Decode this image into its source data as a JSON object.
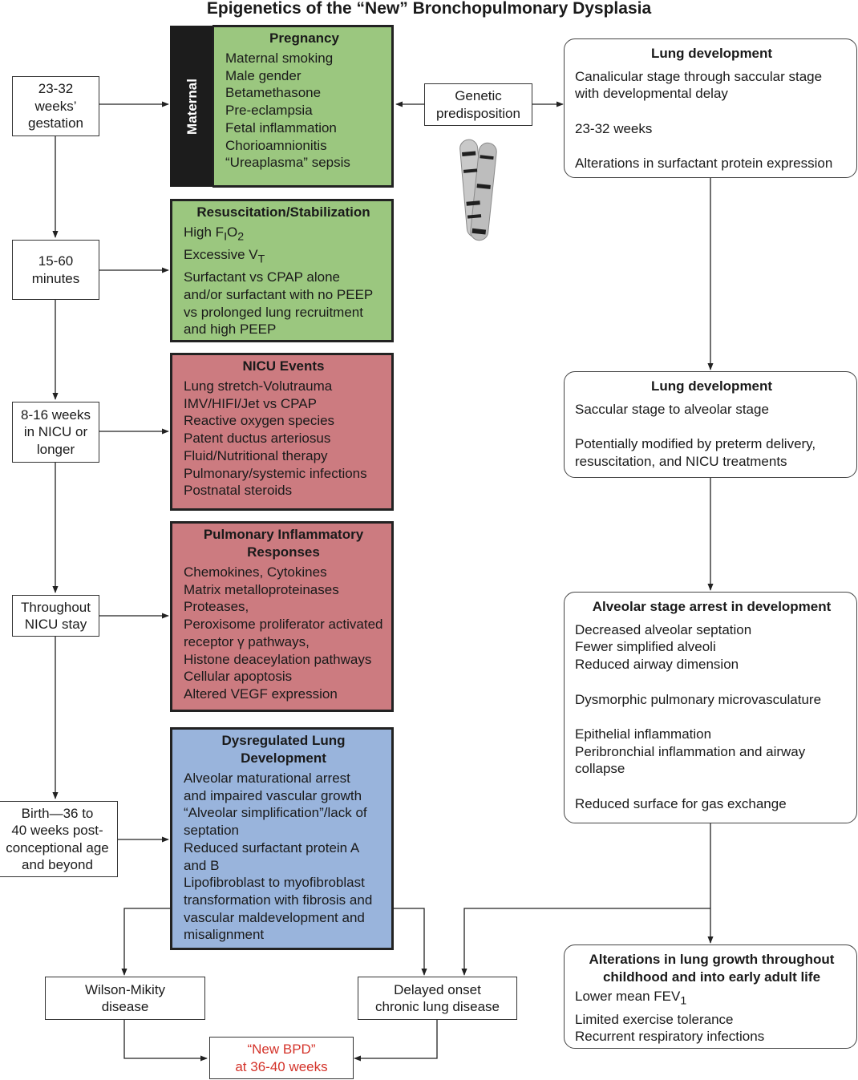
{
  "title": "Epigenetics of the “New” Bronchopulmonary Dysplasia",
  "timeline": [
    "23-32\nweeks’\ngestation",
    "15-60\nminutes",
    "8-16 weeks\nin NICU or\nlonger",
    "Throughout\nNICU stay",
    "Birth—36 to\n40 weeks post-\nconceptional age\nand beyond"
  ],
  "maternal_label": "Maternal",
  "genetic_label": "Genetic\npredisposition",
  "genetic_icon": "chromosome-icon",
  "pregnancy": {
    "heading": "Pregnancy",
    "items": [
      "Maternal smoking",
      "Male gender",
      "Betamethasone",
      "Pre-eclampsia",
      "Fetal inflammation",
      "Chorioamnionitis",
      "“Ureaplasma” sepsis"
    ]
  },
  "resuscitation": {
    "heading": "Resuscitation/Stabilization",
    "fio2": {
      "base": "High F",
      "sub1": "I",
      "mid": "O",
      "sub2": "2"
    },
    "vt": {
      "base": "Excessive V",
      "sub": "T"
    },
    "items": [
      "Surfactant vs CPAP alone",
      "and/or surfactant with no PEEP",
      "vs prolonged lung recruitment",
      "and high PEEP"
    ]
  },
  "nicu": {
    "heading": "NICU Events",
    "items": [
      "Lung stretch-Volutrauma",
      "IMV/HIFI/Jet vs CPAP",
      "Reactive oxygen species",
      "Patent ductus arteriosus",
      "Fluid/Nutritional therapy",
      "Pulmonary/systemic infections",
      "Postnatal steroids"
    ]
  },
  "inflammatory": {
    "heading": "Pulmonary Inflammatory\nResponses",
    "items": [
      "Chemokines, Cytokines",
      "Matrix metalloproteinases",
      "Proteases,",
      "Peroxisome proliferator activated",
      "receptor γ pathways,",
      "Histone deaceylation pathways",
      "Cellular apoptosis",
      "Altered VEGF expression"
    ]
  },
  "dysregulated": {
    "heading": "Dysregulated Lung\nDevelopment",
    "items": [
      "Alveolar maturational arrest",
      "and impaired vascular growth",
      "“Alveolar simplification”/lack of",
      "septation",
      "Reduced surfactant protein A",
      "and B",
      "Lipofibroblast to myofibroblast",
      "transformation with fibrosis and",
      "vascular maldevelopment and",
      "misalignment"
    ]
  },
  "lung_dev_1": {
    "heading": "Lung development",
    "items": [
      "Canalicular stage through saccular stage",
      "with developmental delay",
      "",
      "23-32 weeks",
      "",
      "Alterations in surfactant protein expression"
    ]
  },
  "lung_dev_2": {
    "heading": "Lung development",
    "items": [
      "Saccular stage to alveolar stage",
      "",
      "Potentially modified by preterm delivery,",
      "resuscitation, and NICU treatments"
    ]
  },
  "alveolar_arrest": {
    "heading": "Alveolar stage arrest in development",
    "items": [
      "Decreased alveolar septation",
      "Fewer simplified alveoli",
      "Reduced airway dimension",
      "",
      "Dysmorphic pulmonary microvasculature",
      "",
      "Epithelial inflammation",
      "Peribronchial inflammation and airway",
      "collapse",
      "",
      "Reduced surface for gas exchange"
    ]
  },
  "alterations": {
    "heading": "Alterations in lung growth throughout\nchildhood and into early adult life",
    "fev": {
      "base": "Lower mean FEV",
      "sub": "1"
    },
    "items": [
      "Limited exercise tolerance",
      "Recurrent respiratory infections"
    ]
  },
  "wilson_mikity": "Wilson-Mikity\ndisease",
  "delayed_onset": "Delayed onset\nchronic lung disease",
  "new_bpd": "“New BPD”\nat 36-40 weeks",
  "colors": {
    "green": "#9bc77f",
    "red": "#cc7b80",
    "blue": "#99b4dc",
    "black": "#1c1c1c",
    "new_bpd_text": "#d4332a"
  }
}
